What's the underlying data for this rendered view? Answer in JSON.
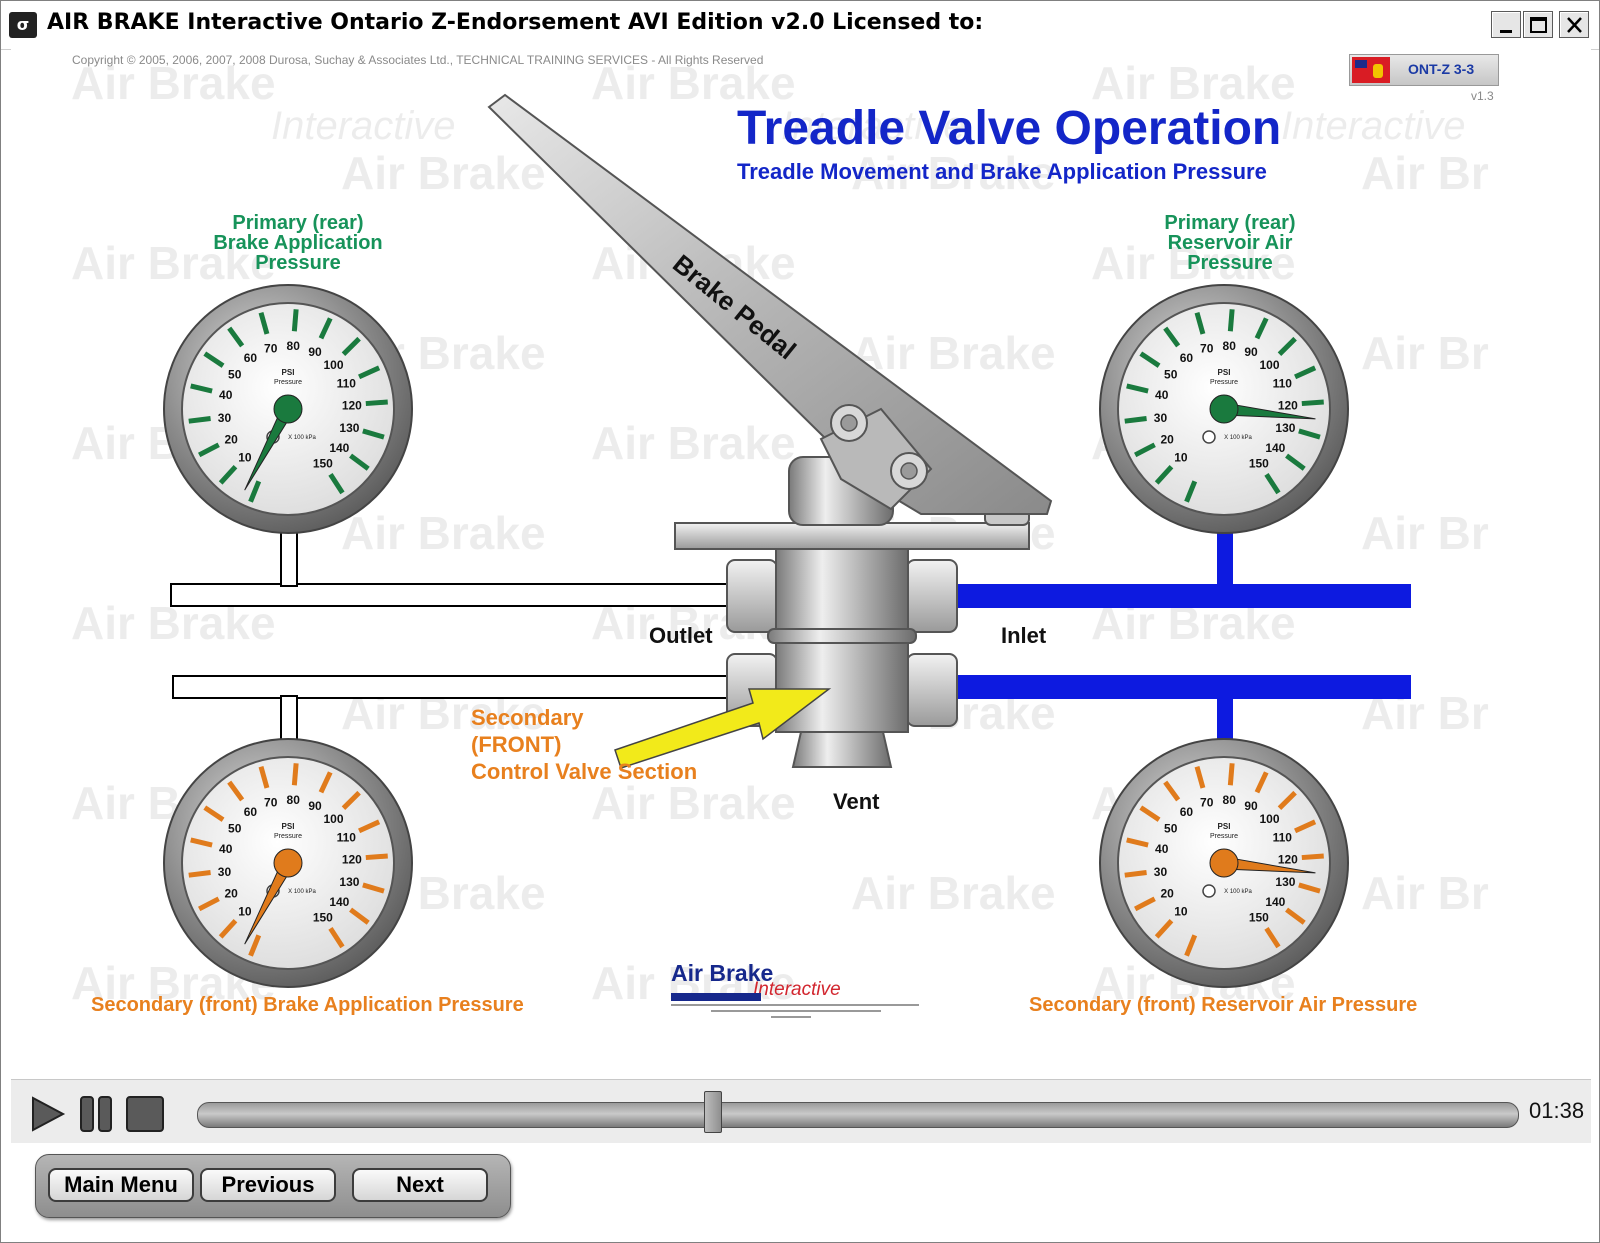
{
  "window": {
    "title": "AIR BRAKE Interactive Ontario Z-Endorsement AVI Edition v2.0  Licensed to:",
    "icon": "app-logo-icon"
  },
  "slide": {
    "copyright": "Copyright © 2005, 2006, 2007, 2008  Durosa, Suchay & Associates Ltd., TECHNICAL TRAINING SERVICES - All Rights Reserved",
    "badge": "ONT-Z 3-3",
    "version": "v1.3",
    "title": "Treadle Valve Operation",
    "subtitle": "Treadle Movement and Brake Application Pressure",
    "pedal_label": "Brake Pedal",
    "labels": {
      "primary_app": [
        "Primary (rear)",
        "Brake Application",
        "Pressure"
      ],
      "primary_res": [
        "Primary (rear)",
        "Reservoir Air",
        "Pressure"
      ],
      "outlet": "Outlet",
      "inlet": "Inlet",
      "vent": "Vent",
      "secondary_section": [
        "Secondary",
        "(FRONT)",
        "Control Valve Section"
      ],
      "secondary_app": "Secondary (front) Brake Application Pressure",
      "secondary_res": "Secondary (front) Reservoir Air Pressure"
    },
    "gauge_scale": {
      "psi_labels": [
        "10",
        "20",
        "30",
        "40",
        "50",
        "60",
        "70",
        "80",
        "90",
        "100",
        "110",
        "120",
        "130",
        "140",
        "150"
      ],
      "unit_psi": "PSI",
      "unit_word": "Pressure",
      "kpa_label": "X 100 kPa"
    },
    "gauges": [
      {
        "name": "primary-application",
        "psi": 3,
        "color": "#1a7a3e"
      },
      {
        "name": "primary-reservoir",
        "psi": 125,
        "color": "#1a7a3e"
      },
      {
        "name": "secondary-application",
        "psi": 3,
        "color": "#e07b1c"
      },
      {
        "name": "secondary-reservoir",
        "psi": 125,
        "color": "#e07b1c"
      }
    ],
    "logo": {
      "line1": "Air Brake",
      "line2": "Interactive"
    },
    "colors": {
      "title": "#1326c8",
      "supply_line": "#0d1ae0",
      "primary": "#17935a",
      "secondary": "#e8801e",
      "arrow": "#f2ea1a"
    }
  },
  "player": {
    "time": "01:38",
    "progress": 0.39,
    "controls": [
      "play-icon",
      "pause-icon",
      "stop-icon"
    ]
  },
  "nav": {
    "main_menu": "Main Menu",
    "previous": "Previous",
    "next": "Next"
  }
}
